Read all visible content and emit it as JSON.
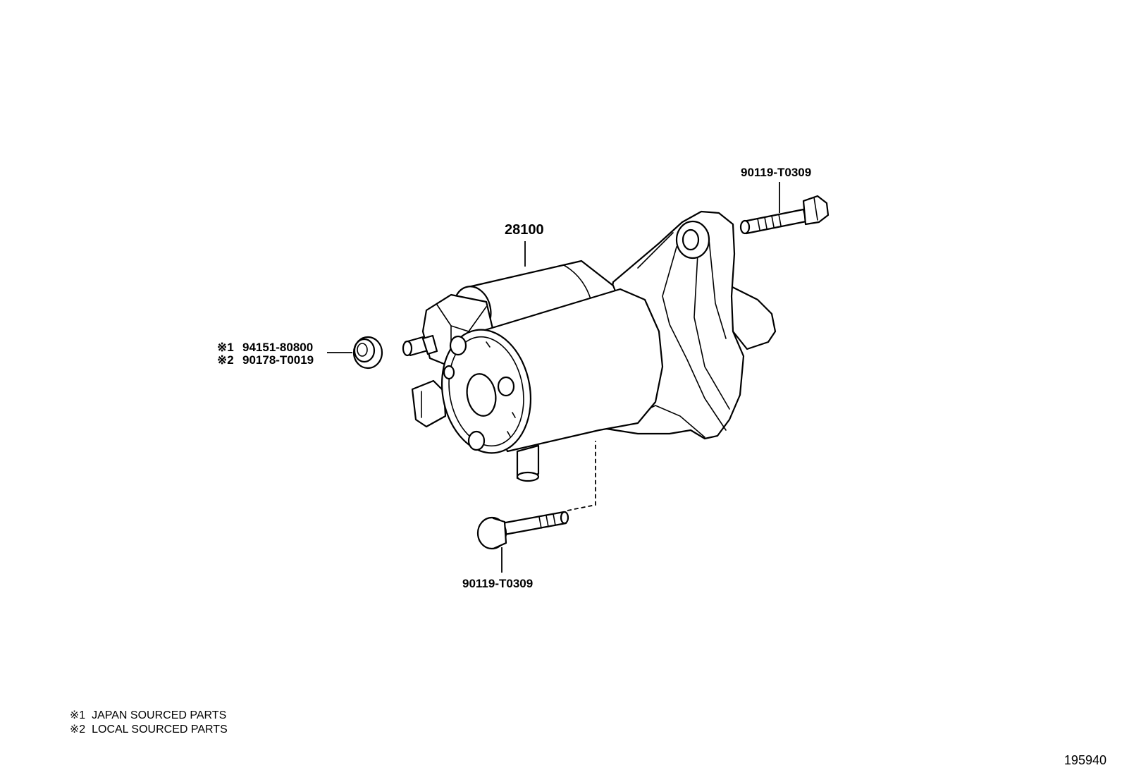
{
  "parts": {
    "starter": {
      "number": "28100"
    },
    "bolt_upper": {
      "number": "90119-T0309"
    },
    "bolt_lower": {
      "number": "90119-T0309"
    },
    "nut_japan": {
      "marker": "※1",
      "number": "94151-80800"
    },
    "nut_local": {
      "marker": "※2",
      "number": "90178-T0019"
    }
  },
  "legend": [
    {
      "marker": "※1",
      "text": "JAPAN SOURCED PARTS"
    },
    {
      "marker": "※2",
      "text": "LOCAL SOURCED PARTS"
    }
  ],
  "diagram_id": "195940"
}
